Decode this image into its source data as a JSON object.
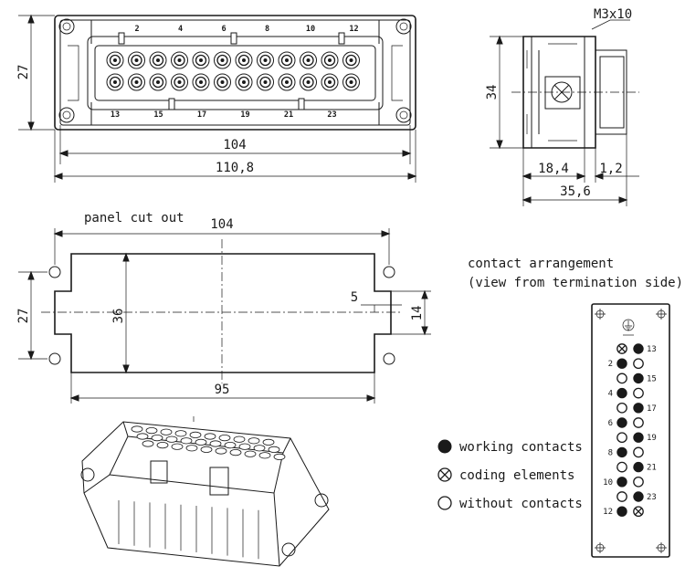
{
  "front_view": {
    "contact_numbers_top": [
      "2",
      "4",
      "6",
      "8",
      "10",
      "12"
    ],
    "contact_numbers_bottom": [
      "13",
      "15",
      "17",
      "19",
      "21",
      "23"
    ],
    "height_label": "27",
    "inner_width_label": "104",
    "overall_width_label": "110,8"
  },
  "side_view": {
    "screw_label": "M3x10",
    "height_label": "34",
    "depth_a_label": "18,4",
    "depth_b_label": "1,2",
    "depth_total_label": "35,6"
  },
  "cutout": {
    "title": "panel cut out",
    "width_label": "104",
    "height_label": "27",
    "inner_height_label": "36",
    "notch_depth_label": "5",
    "notch_height_label": "14",
    "inner_width_label": "95"
  },
  "arrangement": {
    "title": "contact arrangement",
    "subtitle": "(view from termination side)",
    "earth_symbol": "⏚",
    "rows": [
      {
        "left_label": "",
        "left": "coding",
        "right": "working",
        "right_label": "13"
      },
      {
        "left_label": "2",
        "left": "working",
        "right": "empty",
        "right_label": ""
      },
      {
        "left_label": "",
        "left": "empty",
        "right": "working",
        "right_label": "15"
      },
      {
        "left_label": "4",
        "left": "working",
        "right": "empty",
        "right_label": ""
      },
      {
        "left_label": "",
        "left": "empty",
        "right": "working",
        "right_label": "17"
      },
      {
        "left_label": "6",
        "left": "working",
        "right": "empty",
        "right_label": ""
      },
      {
        "left_label": "",
        "left": "empty",
        "right": "working",
        "right_label": "19"
      },
      {
        "left_label": "8",
        "left": "working",
        "right": "empty",
        "right_label": ""
      },
      {
        "left_label": "",
        "left": "empty",
        "right": "working",
        "right_label": "21"
      },
      {
        "left_label": "10",
        "left": "working",
        "right": "empty",
        "right_label": ""
      },
      {
        "left_label": "",
        "left": "empty",
        "right": "working",
        "right_label": "23"
      },
      {
        "left_label": "12",
        "left": "working",
        "right": "coding",
        "right_label": ""
      }
    ]
  },
  "legend": [
    {
      "kind": "working",
      "label": "working contacts"
    },
    {
      "kind": "coding",
      "label": "coding elements"
    },
    {
      "kind": "empty",
      "label": "without contacts"
    }
  ]
}
